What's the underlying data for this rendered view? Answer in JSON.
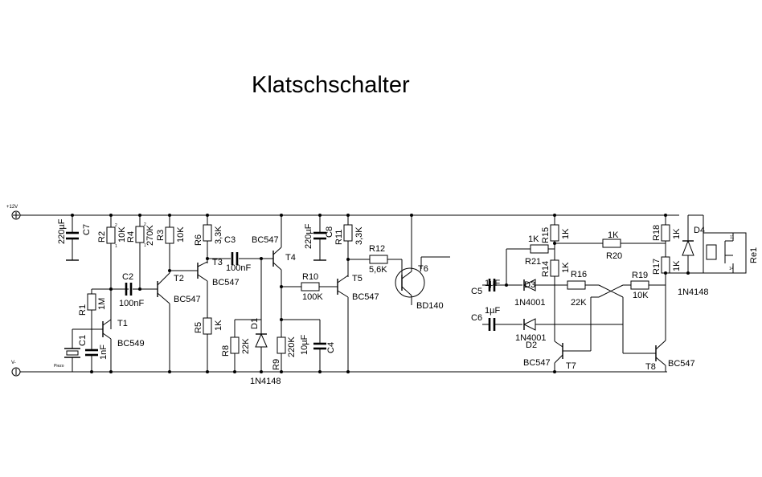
{
  "title": "Klatschschalter",
  "rails": {
    "positive": "+12V",
    "negative": "V-"
  },
  "components": {
    "R1": {
      "ref": "R1",
      "value": "1M"
    },
    "R2": {
      "ref": "R2",
      "value": "10K"
    },
    "R3": {
      "ref": "R3",
      "value": "10K"
    },
    "R4": {
      "ref": "R4",
      "value": "270K"
    },
    "R5": {
      "ref": "R5",
      "value": "1K"
    },
    "R6": {
      "ref": "R6",
      "value": "3,3K"
    },
    "R8": {
      "ref": "R8",
      "value": "22K"
    },
    "R9": {
      "ref": "R9",
      "value": "220K"
    },
    "R10": {
      "ref": "R10",
      "value": "100K"
    },
    "R11": {
      "ref": "R11",
      "value": "3,3K"
    },
    "R12": {
      "ref": "R12",
      "value": "5,6K"
    },
    "R14": {
      "ref": "R14",
      "value": "1K"
    },
    "R15": {
      "ref": "R15",
      "value": "1K"
    },
    "R16": {
      "ref": "R16",
      "value": "22K"
    },
    "R17": {
      "ref": "R17",
      "value": "1K"
    },
    "R18": {
      "ref": "R18",
      "value": "1K"
    },
    "R19": {
      "ref": "R19",
      "value": "10K"
    },
    "R20": {
      "ref": "R20",
      "value": "1K"
    },
    "R21": {
      "ref": "R21",
      "value": "1K"
    },
    "C1": {
      "ref": "C1",
      "value": "1nF"
    },
    "C2": {
      "ref": "C2",
      "value": "100nF"
    },
    "C3": {
      "ref": "C3",
      "value": "100nF"
    },
    "C4": {
      "ref": "C4",
      "value": "10µF"
    },
    "C5": {
      "ref": "C5",
      "value": "1µF"
    },
    "C6": {
      "ref": "C6",
      "value": "1µF"
    },
    "C7": {
      "ref": "C7",
      "value": "220µF"
    },
    "C8": {
      "ref": "C8",
      "value": "220µF"
    },
    "T1": {
      "ref": "T1",
      "value": "BC549"
    },
    "T2": {
      "ref": "T2",
      "value": "BC547"
    },
    "T3": {
      "ref": "T3",
      "value": "BC547"
    },
    "T4": {
      "ref": "T4",
      "value": "BC547"
    },
    "T5": {
      "ref": "T5",
      "value": "BC547"
    },
    "T6": {
      "ref": "T6",
      "value": "BD140"
    },
    "T7": {
      "ref": "T7",
      "value": "BC547"
    },
    "T8": {
      "ref": "T8",
      "value": "BC547"
    },
    "D1": {
      "ref": "D1",
      "value": "1N4148"
    },
    "D2": {
      "ref": "D2",
      "value": "1N4001"
    },
    "D3": {
      "ref": "D3",
      "value": "1N4001"
    },
    "D4": {
      "ref": "D4",
      "value": "1N4148"
    },
    "Re1": {
      "ref": "Re1"
    },
    "Piezo": {
      "ref": "Piezo"
    }
  },
  "pins": {
    "p1": "1",
    "p2": "2",
    "p3": "3",
    "p11": "11",
    "p14": "14"
  }
}
